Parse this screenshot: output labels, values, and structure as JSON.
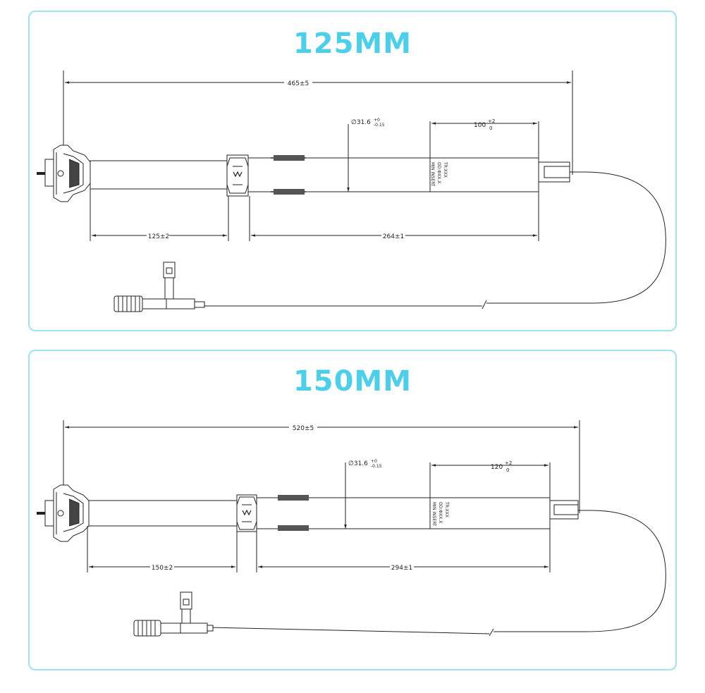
{
  "panels": [
    {
      "title": "125MM",
      "overall_length": "465±5",
      "diameter": "∅31.6",
      "diameter_tol_upper": "+0",
      "diameter_tol_lower": "-0.15",
      "insert_length": "100",
      "insert_tol_upper": "+2",
      "insert_tol_lower": "0",
      "travel_length": "125±2",
      "lower_length": "264±1",
      "label_line_1": "MIN INSERT",
      "label_line_2": "OD:ΦXX.X",
      "label_line_3": "TR:XXX"
    },
    {
      "title": "150MM",
      "overall_length": "520±5",
      "diameter": "∅31.6",
      "diameter_tol_upper": "+0",
      "diameter_tol_lower": "-0.15",
      "insert_length": "120",
      "insert_tol_upper": "+2",
      "insert_tol_lower": "0",
      "travel_length": "150±2",
      "lower_length": "294±1",
      "label_line_1": "MIN INSERT",
      "label_line_2": "OD:ΦXX.X",
      "label_line_3": "TR:XXX"
    }
  ],
  "colors": {
    "title": "#4ccfea",
    "border": "#9fe3ef",
    "line": "#222222"
  }
}
